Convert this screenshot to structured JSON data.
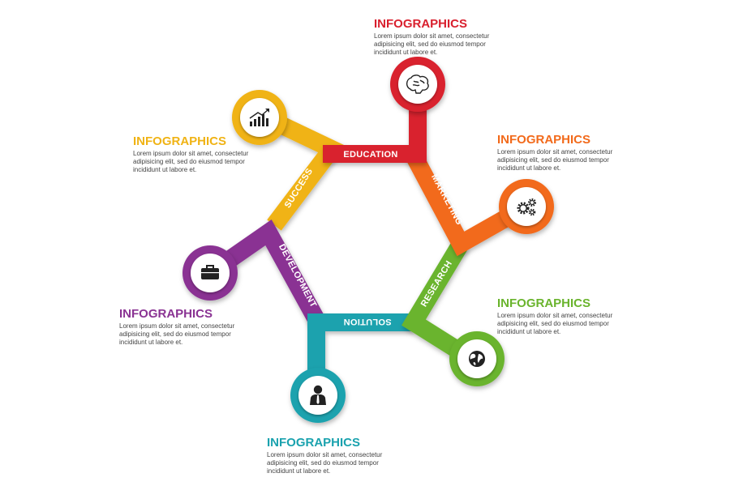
{
  "steps": [
    {
      "id": "education",
      "label": "EDUCATION",
      "color": "#d9202e",
      "title": "INFOGRAPHICS",
      "text": [
        "Lorem ipsum dolor sit amet, consectetur",
        "adipisicing elit, sed do eiusmod tempor",
        "incididunt ut labore et."
      ],
      "icon": "brain-icon"
    },
    {
      "id": "marketing",
      "label": "MARKETING",
      "color": "#f26a1b",
      "title": "INFOGRAPHICS",
      "text": [
        "Lorem ipsum dolor sit amet, consectetur",
        "adipisicing elit, sed do eiusmod tempor",
        "incididunt ut labore et."
      ],
      "icon": "gears-icon"
    },
    {
      "id": "research",
      "label": "RESEARCH",
      "color": "#6ab42d",
      "title": "INFOGRAPHICS",
      "text": [
        "Lorem ipsum dolor sit amet, consectetur",
        "adipisicing elit, sed do eiusmod tempor",
        "incididunt ut labore et."
      ],
      "icon": "globe-icon"
    },
    {
      "id": "solution",
      "label": "SOLUTION",
      "color": "#1aa2ae",
      "title": "INFOGRAPHICS",
      "text": [
        "Lorem ipsum dolor sit amet, consectetur",
        "adipisicing elit, sed do eiusmod tempor",
        "incididunt ut labore et."
      ],
      "icon": "person-icon"
    },
    {
      "id": "development",
      "label": "DEVELOPMENT",
      "color": "#8a3393",
      "title": "INFOGRAPHICS",
      "text": [
        "Lorem ipsum dolor sit amet, consectetur",
        "adipisicing elit, sed do eiusmod tempor",
        "incididunt ut labore et."
      ],
      "icon": "briefcase-icon"
    },
    {
      "id": "success",
      "label": "SUCCESS",
      "color": "#f0b315",
      "title": "INFOGRAPHICS",
      "text": [
        "Lorem ipsum dolor sit amet, consectetur",
        "adipisicing elit, sed do eiusmod tempor",
        "incididunt ut labore et."
      ],
      "icon": "chart-icon"
    }
  ]
}
